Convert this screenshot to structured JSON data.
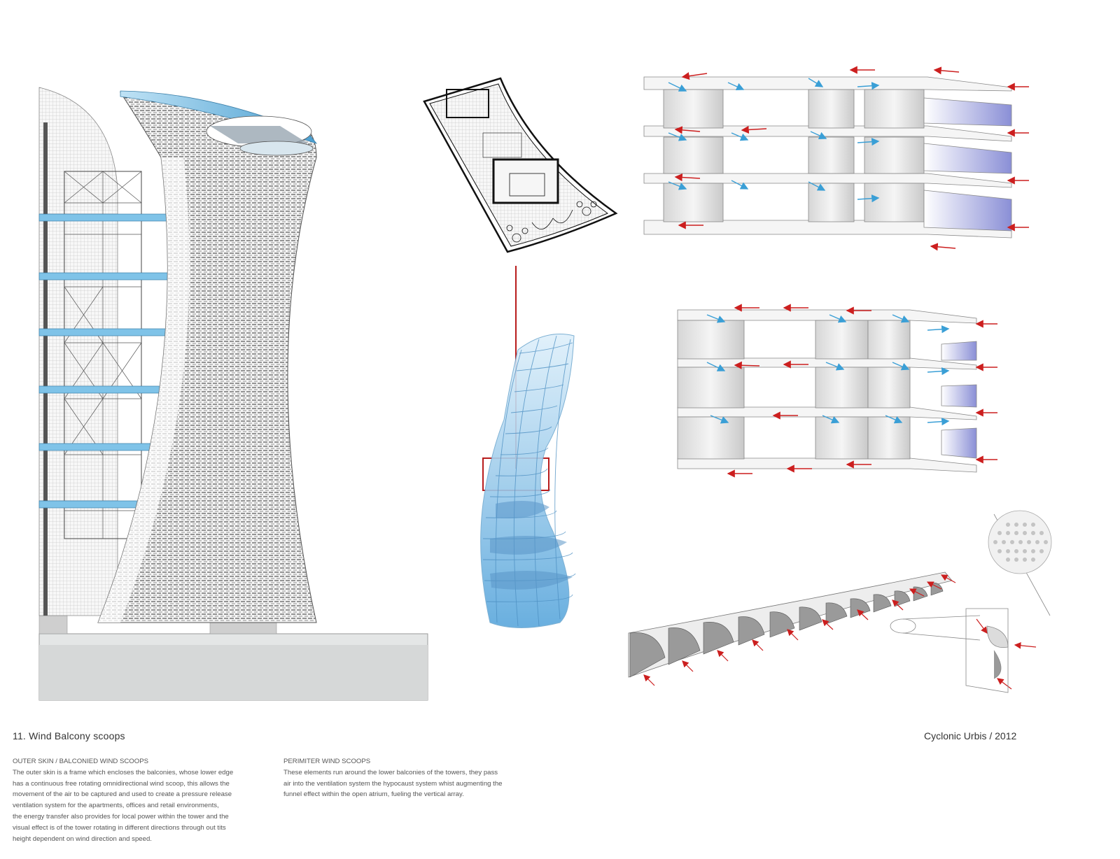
{
  "caption": {
    "title": "11. Wind Balcony scoops",
    "credit": "Cyclonic Urbis / 2012"
  },
  "outer_skin": {
    "heading": "OUTER SKIN / BALCONIED WIND SCOOPS",
    "lines": [
      "The outer skin is a frame which encloses the balconies, whose lower edge",
      "has a continuous free rotating omnidirectional wind scoop, this allows the",
      "movement of the air to be captured and used to create a pressure release",
      "ventilation system for the apartments, offices and retail environments,",
      "the energy transfer also provides for local power within the tower and the",
      "visual effect is of the tower rotating in different directions through out tits",
      "height dependent on wind direction and speed."
    ]
  },
  "perimeter": {
    "heading": "PERIMITER WIND SCOOPS",
    "lines": [
      "These elements run around the lower balconies of the towers, they pass",
      "air into the ventilation system the hypocaust system whist augmenting the",
      "funnel effect within the open atrium, fueling the vertical array."
    ]
  },
  "colors": {
    "glass_blue": "#7fc3e8",
    "arrow_red": "#cc1f1f",
    "arrow_blue": "#3a9fd6",
    "callout_red": "#b81c1c"
  }
}
